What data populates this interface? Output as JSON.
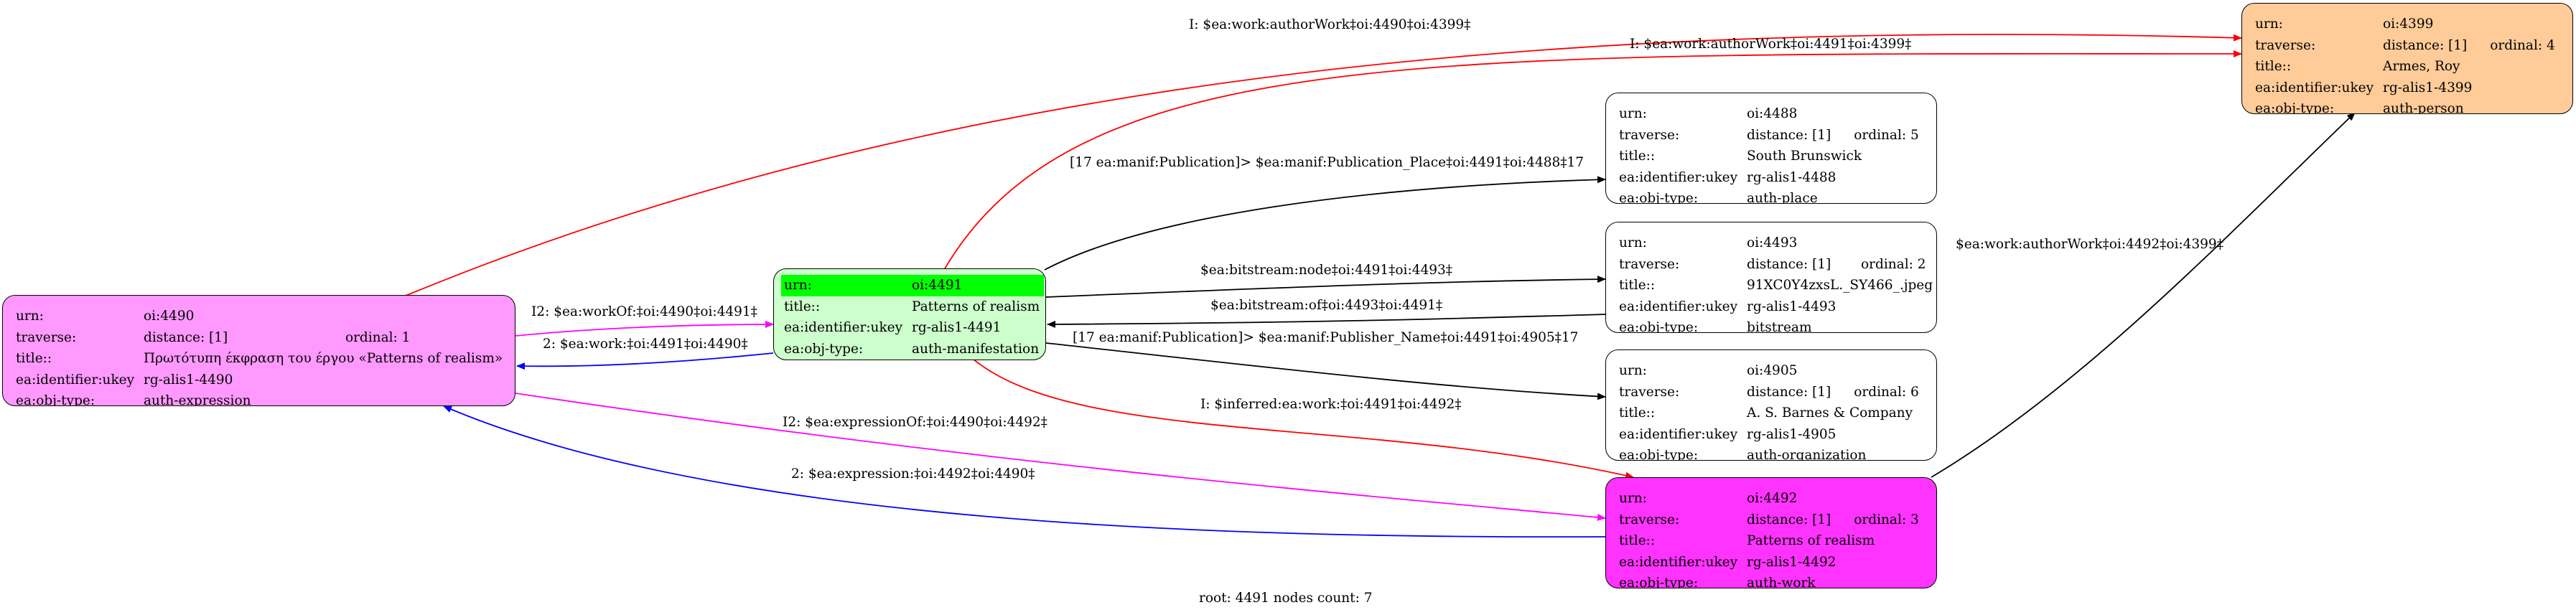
{
  "colors": {
    "n4490": "#ff99ff",
    "n4491": "#ccffcc",
    "n4491_header": "#00ff00",
    "n4399": "#ffcc99",
    "n4492": "#ff33ff",
    "white": "#ffffff",
    "edge_red": "#ff0000",
    "edge_blue": "#0000ff",
    "edge_magenta": "#ff00ff",
    "edge_black": "#000000"
  },
  "nodes": {
    "n4490": {
      "urn_key": "urn:",
      "urn_val": "oi:4490",
      "traverse_key": "traverse:",
      "traverse_val": "distance: [1]",
      "ordinal": "ordinal: 1",
      "title_key": "title::",
      "title_val": "Πρωτότυπη έκφραση του έργου «Patterns of realism»",
      "ukey_key": "ea:identifier:ukey",
      "ukey_val": "rg-alis1-4490",
      "type_key": "ea:obj-type:",
      "type_val": "auth-expression"
    },
    "n4491": {
      "urn_key": "urn:",
      "urn_val": "oi:4491",
      "title_key": "title::",
      "title_val": "Patterns of realism",
      "ukey_key": "ea:identifier:ukey",
      "ukey_val": "rg-alis1-4491",
      "type_key": "ea:obj-type:",
      "type_val": "auth-manifestation"
    },
    "n4399": {
      "urn_key": "urn:",
      "urn_val": "oi:4399",
      "traverse_key": "traverse:",
      "traverse_val": "distance: [1]",
      "ordinal": "ordinal: 4",
      "title_key": "title::",
      "title_val": "Armes, Roy",
      "ukey_key": "ea:identifier:ukey",
      "ukey_val": "rg-alis1-4399",
      "type_key": "ea:obj-type:",
      "type_val": "auth-person"
    },
    "n4488": {
      "urn_key": "urn:",
      "urn_val": "oi:4488",
      "traverse_key": "traverse:",
      "traverse_val": "distance: [1]",
      "ordinal": "ordinal: 5",
      "title_key": "title::",
      "title_val": "South Brunswick",
      "ukey_key": "ea:identifier:ukey",
      "ukey_val": "rg-alis1-4488",
      "type_key": "ea:obj-type:",
      "type_val": "auth-place"
    },
    "n4493": {
      "urn_key": "urn:",
      "urn_val": "oi:4493",
      "traverse_key": "traverse:",
      "traverse_val": "distance: [1]",
      "ordinal": "ordinal: 2",
      "title_key": "title::",
      "title_val": "91XC0Y4zxsL._SY466_.jpeg",
      "ukey_key": "ea:identifier:ukey",
      "ukey_val": "rg-alis1-4493",
      "type_key": "ea:obj-type:",
      "type_val": "bitstream"
    },
    "n4905": {
      "urn_key": "urn:",
      "urn_val": "oi:4905",
      "traverse_key": "traverse:",
      "traverse_val": "distance: [1]",
      "ordinal": "ordinal: 6",
      "title_key": "title::",
      "title_val": "A. S. Barnes & Company",
      "ukey_key": "ea:identifier:ukey",
      "ukey_val": "rg-alis1-4905",
      "type_key": "ea:obj-type:",
      "type_val": "auth-organization"
    },
    "n4492": {
      "urn_key": "urn:",
      "urn_val": "oi:4492",
      "traverse_key": "traverse:",
      "traverse_val": "distance: [1]",
      "ordinal": "ordinal: 3",
      "title_key": "title::",
      "title_val": "Patterns of realism",
      "ukey_key": "ea:identifier:ukey",
      "ukey_val": "rg-alis1-4492",
      "type_key": "ea:obj-type:",
      "type_val": "auth-work"
    }
  },
  "edges": {
    "e1": "I: $ea:work:authorWork‡oi:4490‡oi:4399‡",
    "e2": "I: $ea:work:authorWork‡oi:4491‡oi:4399‡",
    "e3": "[17 ea:manif:Publication]> $ea:manif:Publication_Place‡oi:4491‡oi:4488‡17",
    "e4": "$ea:bitstream:node‡oi:4491‡oi:4493‡",
    "e5": "$ea:bitstream:of‡oi:4493‡oi:4491‡",
    "e6": "I2: $ea:workOf:‡oi:4490‡oi:4491‡",
    "e7": "2: $ea:work:‡oi:4491‡oi:4490‡",
    "e8": "[17 ea:manif:Publication]> $ea:manif:Publisher_Name‡oi:4491‡oi:4905‡17",
    "e9": "I: $inferred:ea:work:‡oi:4491‡oi:4492‡",
    "e10": "$ea:work:authorWork‡oi:4492‡oi:4399‡",
    "e11": "I2: $ea:expressionOf:‡oi:4490‡oi:4492‡",
    "e12": "2: $ea:expression:‡oi:4492‡oi:4490‡"
  },
  "footer": "root: 4491 nodes count: 7"
}
